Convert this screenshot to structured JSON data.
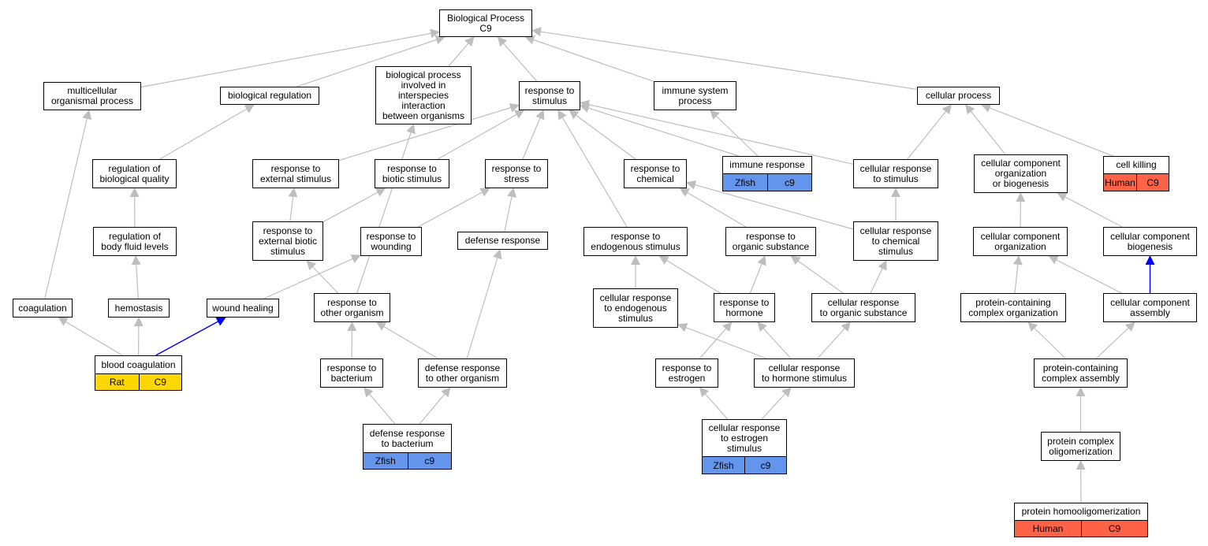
{
  "colors": {
    "edge": "#bebebe",
    "highlight_edge": "#0000ff",
    "rat": "#ffd700",
    "zfish": "#6495ed",
    "human": "#ff6347"
  },
  "nodes": {
    "root": "Biological Process\nC9",
    "multicellular": "multicellular\norganismal process",
    "bioreg": "biological regulation",
    "interspecies": "biological process\ninvolved in\ninterspecies\ninteraction\nbetween organisms",
    "resp_stim": "response to\nstimulus",
    "immune_proc": "immune system\nprocess",
    "cellular_proc": "cellular process",
    "reg_quality": "regulation of\nbiological quality",
    "resp_ext": "response to\nexternal stimulus",
    "resp_biotic": "response to\nbiotic stimulus",
    "resp_stress": "response to\nstress",
    "resp_chem": "response to\nchemical",
    "immune_resp": "immune response",
    "cell_resp_stim": "cellular response\nto stimulus",
    "ccob": "cellular component\norganization\nor biogenesis",
    "cell_killing": "cell killing",
    "reg_fluid": "regulation of\nbody fluid levels",
    "resp_ext_biotic": "response to\nexternal biotic\nstimulus",
    "resp_wound": "response to\nwounding",
    "defense": "defense response",
    "resp_endo": "response to\nendogenous stimulus",
    "resp_org_sub": "response to\norganic substance",
    "cell_resp_chem": "cellular response\nto chemical\nstimulus",
    "cc_org": "cellular component\norganization",
    "cc_biogen": "cellular component\nbiogenesis",
    "coagulation": "coagulation",
    "hemostasis": "hemostasis",
    "wound_heal": "wound healing",
    "resp_other_org": "response to\nother organism",
    "cell_resp_endo": "cellular response\nto endogenous\nstimulus",
    "resp_hormone": "response to\nhormone",
    "cell_resp_org_sub": "cellular response\nto organic substance",
    "pc_complex_org": "protein-containing\ncomplex organization",
    "cc_assembly": "cellular component\nassembly",
    "blood_coag": "blood coagulation",
    "resp_bacterium": "response to\nbacterium",
    "def_resp_other": "defense response\nto other organism",
    "resp_estrogen": "response to\nestrogen",
    "cell_resp_hormone": "cellular response\nto hormone stimulus",
    "pc_complex_asm": "protein-containing\ncomplex assembly",
    "def_resp_bact": "defense response\nto bacterium",
    "cell_resp_estrogen": "cellular response\nto estrogen\nstimulus",
    "prot_oligo": "protein complex\noligomerization",
    "prot_homo": "protein homooligomerization"
  },
  "annotations": {
    "blood_coag": {
      "species": "Rat",
      "gene": "C9",
      "color": "#ffd700"
    },
    "immune_resp": {
      "species": "Zfish",
      "gene": "c9",
      "color": "#6495ed"
    },
    "cell_killing": {
      "species": "Human",
      "gene": "C9",
      "color": "#ff6347"
    },
    "def_resp_bact": {
      "species": "Zfish",
      "gene": "c9",
      "color": "#6495ed"
    },
    "cell_resp_estrogen": {
      "species": "Zfish",
      "gene": "c9",
      "color": "#6495ed"
    },
    "prot_homo": {
      "species": "Human",
      "gene": "C9",
      "color": "#ff6347"
    }
  },
  "edges": [
    [
      "multicellular",
      "root"
    ],
    [
      "bioreg",
      "root"
    ],
    [
      "interspecies",
      "root"
    ],
    [
      "resp_stim",
      "root"
    ],
    [
      "immune_proc",
      "root"
    ],
    [
      "cellular_proc",
      "root"
    ],
    [
      "reg_quality",
      "bioreg"
    ],
    [
      "reg_fluid",
      "reg_quality"
    ],
    [
      "hemostasis",
      "reg_fluid"
    ],
    [
      "blood_coag",
      "hemostasis"
    ],
    [
      "blood_coag",
      "coagulation"
    ],
    [
      "coagulation",
      "multicellular"
    ],
    [
      "blood_coag",
      "wound_heal",
      "blue"
    ],
    [
      "wound_heal",
      "resp_wound"
    ],
    [
      "resp_other_org",
      "interspecies"
    ],
    [
      "resp_ext",
      "resp_stim"
    ],
    [
      "resp_biotic",
      "resp_stim"
    ],
    [
      "resp_stress",
      "resp_stim"
    ],
    [
      "resp_chem",
      "resp_stim"
    ],
    [
      "immune_resp",
      "resp_stim"
    ],
    [
      "cell_resp_stim",
      "resp_stim"
    ],
    [
      "resp_endo",
      "resp_stim"
    ],
    [
      "immune_resp",
      "immune_proc"
    ],
    [
      "cell_resp_stim",
      "cellular_proc"
    ],
    [
      "ccob",
      "cellular_proc"
    ],
    [
      "cell_killing",
      "cellular_proc"
    ],
    [
      "resp_ext_biotic",
      "resp_ext"
    ],
    [
      "resp_ext_biotic",
      "resp_biotic"
    ],
    [
      "resp_wound",
      "resp_stress"
    ],
    [
      "defense",
      "resp_stress"
    ],
    [
      "resp_org_sub",
      "resp_chem"
    ],
    [
      "cell_resp_chem",
      "resp_chem"
    ],
    [
      "cell_resp_chem",
      "cell_resp_stim"
    ],
    [
      "cc_org",
      "ccob"
    ],
    [
      "cc_biogen",
      "ccob"
    ],
    [
      "resp_other_org",
      "resp_ext_biotic"
    ],
    [
      "cell_resp_endo",
      "resp_endo"
    ],
    [
      "resp_hormone",
      "resp_endo"
    ],
    [
      "resp_hormone",
      "resp_org_sub"
    ],
    [
      "cell_resp_org_sub",
      "resp_org_sub"
    ],
    [
      "cell_resp_org_sub",
      "cell_resp_chem"
    ],
    [
      "pc_complex_org",
      "cc_org"
    ],
    [
      "cc_assembly",
      "cc_org"
    ],
    [
      "cc_assembly",
      "cc_biogen",
      "blue"
    ],
    [
      "resp_bacterium",
      "resp_other_org"
    ],
    [
      "def_resp_other",
      "resp_other_org"
    ],
    [
      "def_resp_other",
      "defense"
    ],
    [
      "resp_estrogen",
      "resp_hormone"
    ],
    [
      "cell_resp_hormone",
      "resp_hormone"
    ],
    [
      "cell_resp_hormone",
      "cell_resp_endo"
    ],
    [
      "cell_resp_hormone",
      "cell_resp_org_sub"
    ],
    [
      "pc_complex_asm",
      "pc_complex_org"
    ],
    [
      "pc_complex_asm",
      "cc_assembly"
    ],
    [
      "def_resp_bact",
      "resp_bacterium"
    ],
    [
      "def_resp_bact",
      "def_resp_other"
    ],
    [
      "cell_resp_estrogen",
      "resp_estrogen"
    ],
    [
      "cell_resp_estrogen",
      "cell_resp_hormone"
    ],
    [
      "prot_oligo",
      "pc_complex_asm"
    ],
    [
      "prot_homo",
      "prot_oligo"
    ]
  ]
}
